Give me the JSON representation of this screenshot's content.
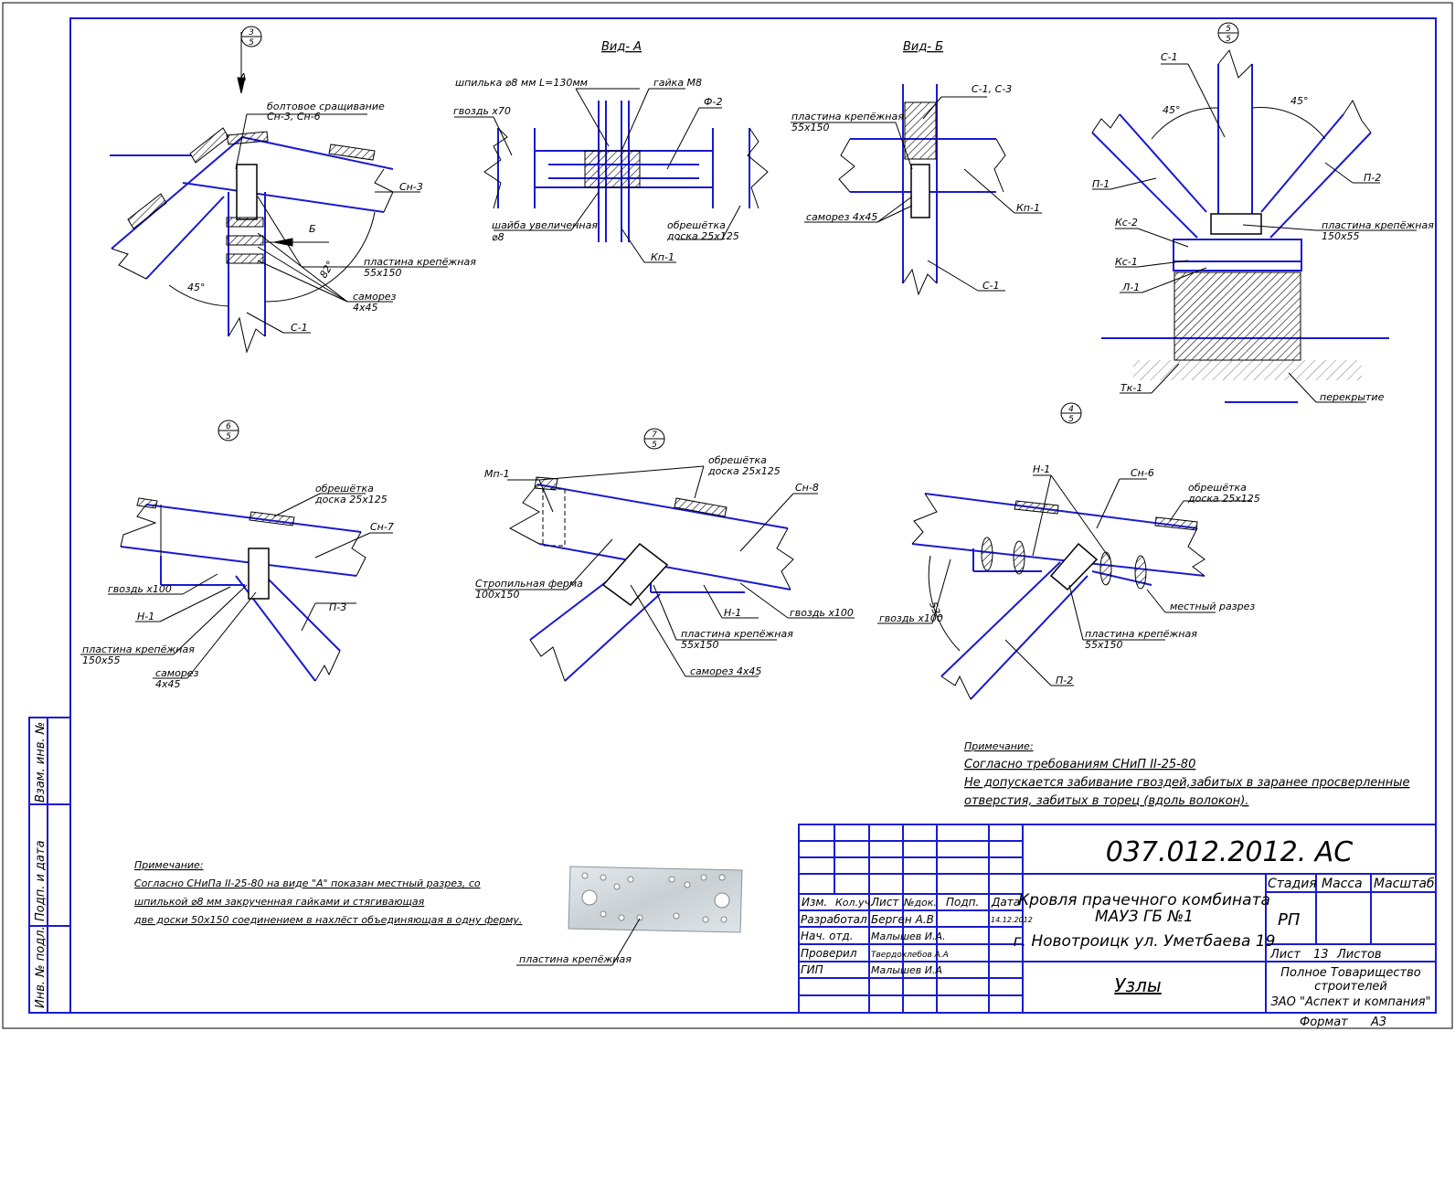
{
  "colors": {
    "structure": "#1a1ad0",
    "frame": "#1a1ad0",
    "ink": "#000000",
    "hatch": "#000000"
  },
  "node1": {
    "callout_top": "3",
    "callout_bottom": "5",
    "arrow_label": "А",
    "label_bolt": "болтовое сращивание",
    "label_bolt2": "Сн-3, Сн-6",
    "label_sn3": "Сн-3",
    "label_b": "Б",
    "label_plate": "пластина крепёжная",
    "label_plate_size": "55х150",
    "label_screw": "саморез",
    "label_screw_size": "4х45",
    "label_c1": "С-1",
    "angle_45": "45°",
    "angle_82": "82°"
  },
  "view_a": {
    "title": "Вид- А",
    "label_stud": "шпилька ⌀8 мм L=130мм",
    "label_nut": "гайка М8",
    "label_nail": "гвоздь х70",
    "label_f2": "Ф-2",
    "label_washer": "шайба увеличенная",
    "label_washer2": "⌀8",
    "label_lath": "обрешётка",
    "label_lath2": "доска 25х125",
    "label_kp1": "Кп-1"
  },
  "view_b": {
    "title": "Вид- Б",
    "label_c1c3": "С-1, С-3",
    "label_plate": "пластина крепёжная",
    "label_plate_size": "55х150",
    "label_kp1": "Кп-1",
    "label_screw": "саморез 4х45",
    "label_c1": "С-1"
  },
  "node5": {
    "callout_top": "5",
    "callout_bottom": "5",
    "label_c1": "С-1",
    "angle_left": "45°",
    "angle_right": "45°",
    "label_p1": "П-1",
    "label_p2": "П-2",
    "label_kc2": "Кс-2",
    "label_kc1": "Кс-1",
    "label_l1": "Л-1",
    "label_plate": "пластина крепёжная",
    "label_plate_size": "150х55",
    "label_tk1": "Тк-1",
    "label_floor": "перекрытие"
  },
  "node6": {
    "callout_top": "6",
    "callout_bottom": "5",
    "label_lath": "обрешётка",
    "label_lath2": "доска 25х125",
    "label_sn7": "Сн-7",
    "label_nail": "гвоздь х100",
    "label_n1": "Н-1",
    "label_plate": "пластина крепёжная",
    "label_plate_size": "150х55",
    "label_screw": "саморез",
    "label_screw_size": "4х45",
    "label_p3": "П-3"
  },
  "node7": {
    "callout_top": "7",
    "callout_bottom": "5",
    "label_mp1": "Мп-1",
    "label_lath": "обрешётка",
    "label_lath2": "доска 25х125",
    "label_sn8": "Сн-8",
    "label_truss": "Стропильная ферма",
    "label_truss_size": "100х150",
    "label_n1": "Н-1",
    "label_nail": "гвоздь х100",
    "label_plate": "пластина крепёжная",
    "label_plate_size": "55х150",
    "label_screw": "саморез 4х45"
  },
  "node4": {
    "callout_top": "4",
    "callout_bottom": "5",
    "label_n1": "Н-1",
    "label_sn6": "Сн-6",
    "label_lath": "обрешётка",
    "label_lath2": "доска 25х125",
    "label_nail": "гвоздь х100",
    "angle_53": "53°",
    "label_local": "местный разрез",
    "label_plate": "пластина крепёжная",
    "label_plate_size": "55х150",
    "label_p2": "П-2"
  },
  "notes_right": {
    "heading": "Примечание:",
    "line1": "Согласно требованиям СНиП II-25-80",
    "line2": "Не допускается забивание гвоздей,забитых в заранее просверленные",
    "line3": "отверстия, забитых в торец (вдоль волокон)."
  },
  "notes_left": {
    "heading": "Примечание:",
    "line1": "Согласно СНиПа II-25-80 на виде \"А\" показан местный разрез, со",
    "line2": "шпилькой ⌀8 мм закрученная гайками и стягивающая",
    "line3": "две доски 50х150 соединением в нахлёст объединяющая в одну ферму."
  },
  "photo_label": "пластина крепёжная",
  "side_stamp": {
    "f1": "Взам. инв. №",
    "f2": "Подп. и дата",
    "f3": "Инв. № подл."
  },
  "title_block": {
    "code": "037.012.2012. АС",
    "object_line1": "Кровля прачечного комбината",
    "object_line2": "МАУЗ ГБ №1",
    "object_line3": "г. Новотроицк ул. Уметбаева 19",
    "sheet_title": "Узлы",
    "h_izm": "Изм.",
    "h_kol": "Кол.уч.",
    "h_list": "Лист",
    "h_ndok": "№док.",
    "h_podp": "Подп.",
    "h_data": "Дата",
    "roles": [
      "Разработал",
      "Нач. отд.",
      "Проверил",
      "ГИП"
    ],
    "names": [
      "Берген А.В",
      "Малышев И.А.",
      "Твердохлебов А.А",
      "Малышев И.А"
    ],
    "date": "14.12.2012",
    "h_stage": "Стадия",
    "h_mass": "Масса",
    "h_scale": "Масштаб",
    "stage": "РП",
    "sheet_label": "Лист",
    "sheet_no": "13",
    "sheets_label": "Листов",
    "org1": "Полное Товарищество",
    "org2": "строителей",
    "org3": "ЗАО \"Аспект и компания\"",
    "format_label": "Формат",
    "format": "А3"
  }
}
